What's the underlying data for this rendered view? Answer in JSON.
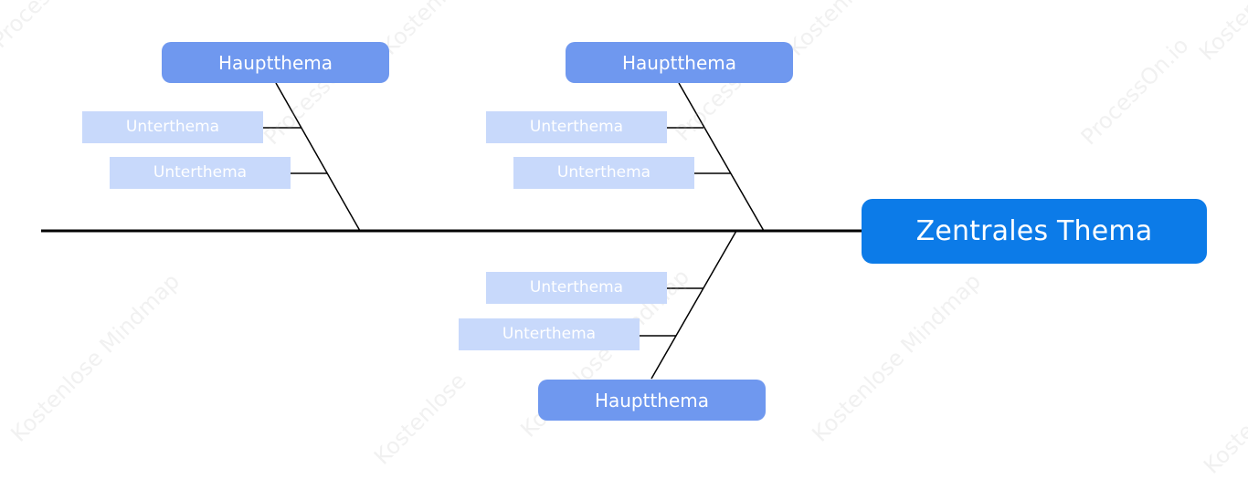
{
  "diagram": {
    "central_topic": "Zentrales Thema",
    "branches": [
      {
        "label": "Hauptthema",
        "subtopics": [
          "Unterthema",
          "Unterthema"
        ]
      },
      {
        "label": "Hauptthema",
        "subtopics": [
          "Unterthema",
          "Unterthema"
        ]
      },
      {
        "label": "Hauptthema",
        "subtopics": [
          "Unterthema",
          "Unterthema"
        ]
      }
    ]
  },
  "watermarks": {
    "primary": "ProcessOn.io",
    "secondary": "Kostenlose Mindmap",
    "repeated_word": "Kostenlose",
    "fragment_one": "Process",
    "fragment_two": "ProcessOn"
  },
  "colors": {
    "central": "#0c7be8",
    "main_topic": "#6f98ef",
    "subtopic": "#c8d9fb",
    "line": "#000000"
  }
}
